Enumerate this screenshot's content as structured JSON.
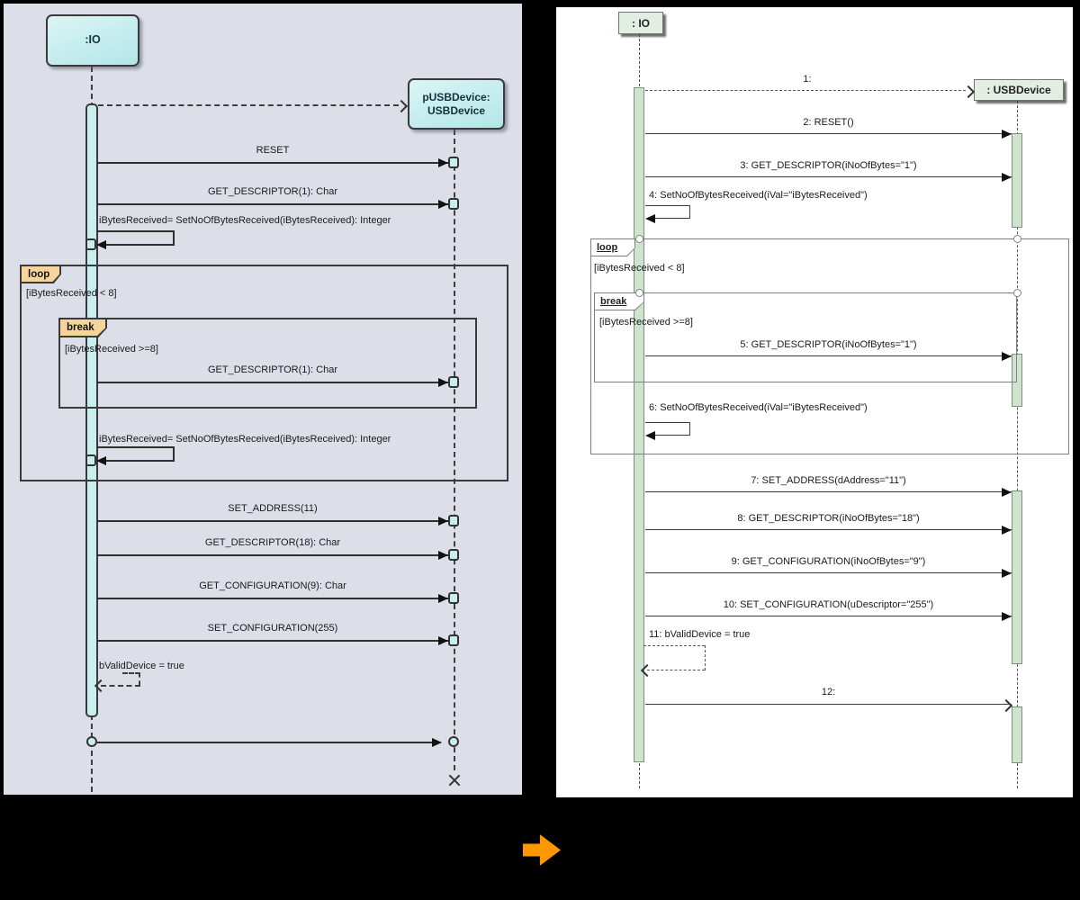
{
  "left_panel": {
    "io_label": ":IO",
    "usb_label_line1": "pUSBDevice:",
    "usb_label_line2": "USBDevice",
    "loop_label": "loop",
    "loop_guard": "[iBytesReceived < 8]",
    "break_label": "break",
    "break_guard": "[iBytesReceived >=8]",
    "msg_reset": "RESET",
    "msg_get_descriptor_1": "GET_DESCRIPTOR(1): Char",
    "msg_self_setbytes_1": "iBytesReceived= SetNoOfBytesReceived(iBytesReceived): Integer",
    "msg_get_descriptor_1b": "GET_DESCRIPTOR(1): Char",
    "msg_self_setbytes_2": "iBytesReceived= SetNoOfBytesReceived(iBytesReceived): Integer",
    "msg_set_address": "SET_ADDRESS(11)",
    "msg_get_descriptor_18": "GET_DESCRIPTOR(18): Char",
    "msg_get_configuration_9": "GET_CONFIGURATION(9): Char",
    "msg_set_configuration_255": "SET_CONFIGURATION(255)",
    "msg_return_valid": "bValidDevice = true"
  },
  "right_panel": {
    "io_label": ": IO",
    "usb_label": ": USBDevice",
    "loop_label": "loop",
    "loop_guard": "[iBytesReceived < 8]",
    "break_label": "break",
    "break_guard": "[iBytesReceived >=8]",
    "m1": "1:",
    "m2": "2: RESET()",
    "m3": "3: GET_DESCRIPTOR(iNoOfBytes=\"1\")",
    "m4": "4: SetNoOfBytesReceived(iVal=\"iBytesReceived\")",
    "m5": "5: GET_DESCRIPTOR(iNoOfBytes=\"1\")",
    "m6": "6: SetNoOfBytesReceived(iVal=\"iBytesReceived\")",
    "m7": "7: SET_ADDRESS(dAddress=\"11\")",
    "m8": "8: GET_DESCRIPTOR(iNoOfBytes=\"18\")",
    "m9": "9: GET_CONFIGURATION(iNoOfBytes=\"9\")",
    "m10": "10: SET_CONFIGURATION(uDescriptor=\"255\")",
    "m11": "11: bValidDevice = true",
    "m12": "12:"
  },
  "colors": {
    "background": "#000000",
    "left_panel_bg": "#dcdfe8",
    "left_node_fill": "#b2e6e9",
    "left_activation_fill": "#c9eef0",
    "fragment_tab_fill": "#f5d59c",
    "right_panel_bg": "#ffffff",
    "right_node_fill": "#e2eee3",
    "right_activation_fill": "#cfe3cf",
    "transform_arrow": "#ff9800"
  }
}
